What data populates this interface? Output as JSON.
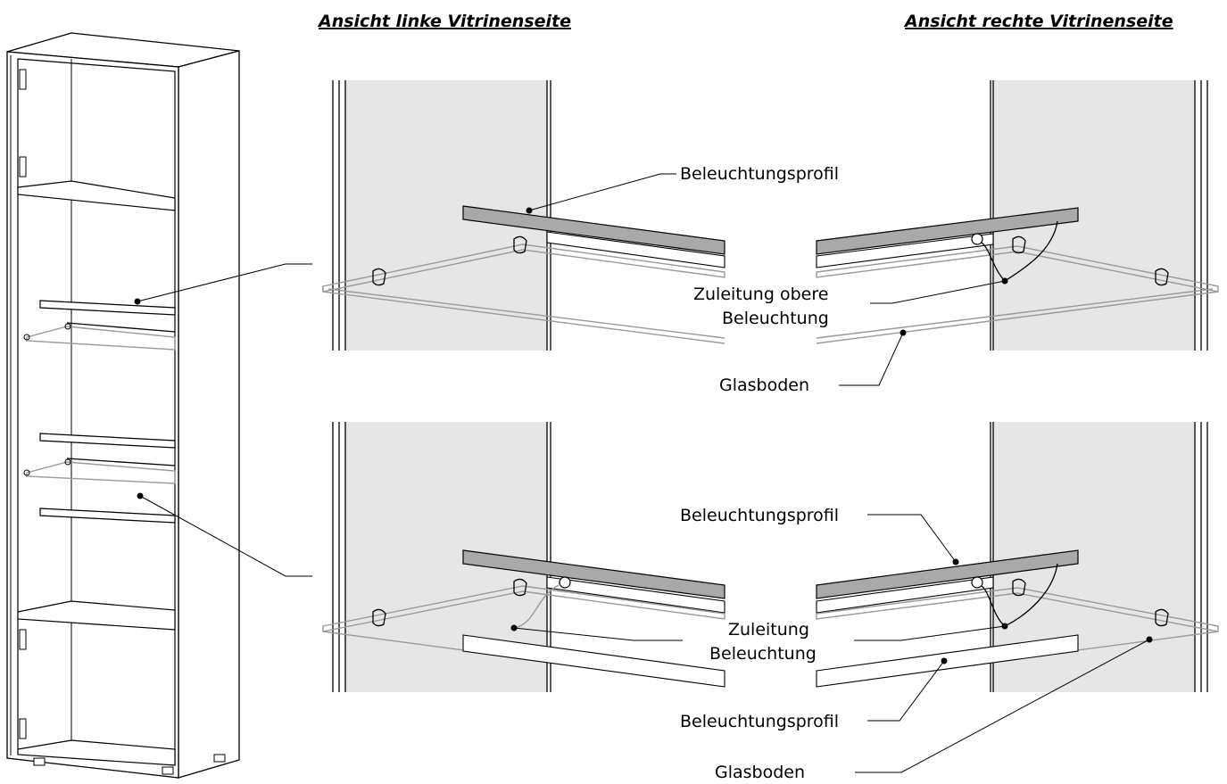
{
  "headings": {
    "left": "Ansicht linke Vitrinenseite",
    "right": "Ansicht rechte Vitrinenseite"
  },
  "labels": {
    "profile_top": "Beleuchtungsprofil",
    "feed_top_line1": "Zuleitung obere",
    "feed_top_line2": "Beleuchtung",
    "glass_top": "Glasboden",
    "profile_mid": "Beleuchtungsprofil",
    "feed_bottom_line1": "Zuleitung",
    "feed_bottom_line2": "Beleuchtung",
    "profile_bottom": "Beleuchtungsprofil",
    "glass_bottom": "Glasboden"
  }
}
